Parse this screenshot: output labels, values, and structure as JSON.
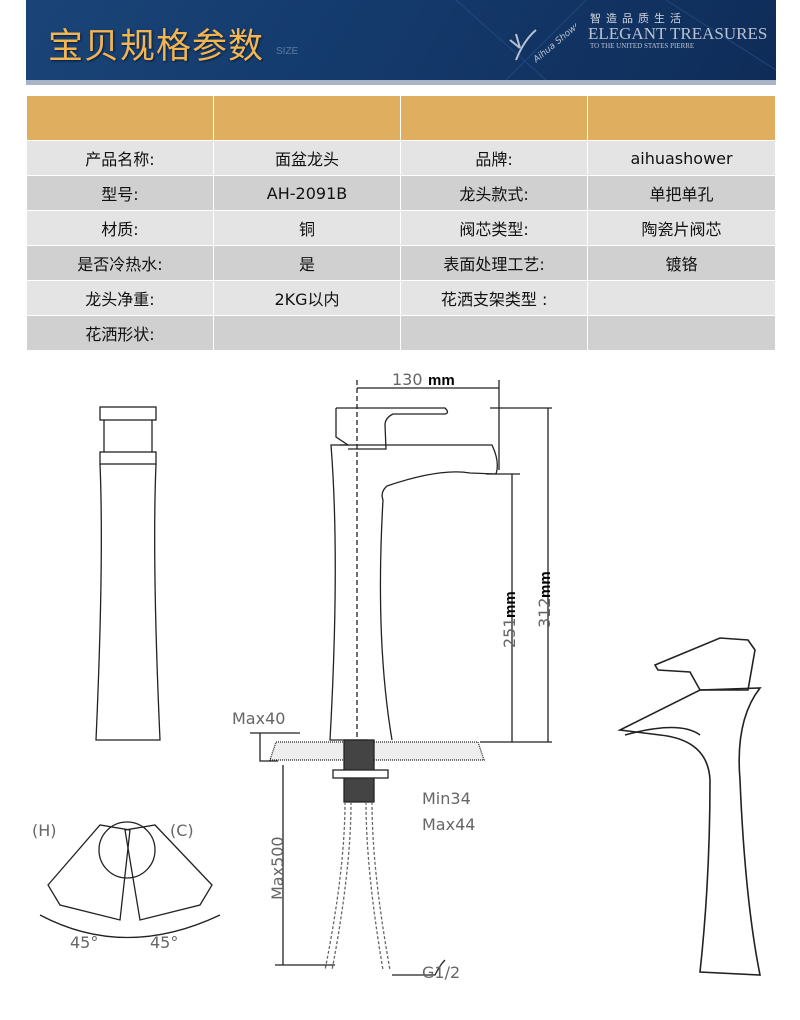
{
  "banner": {
    "title": "宝贝规格参数",
    "size": "SIZE",
    "slogan_cn": "智造品质生活",
    "slogan_en": "ELEGANT TREASURES",
    "slogan_sub": "TO THE UNITED STATES PIERRE",
    "logo_text": "Aihua Shower"
  },
  "colors": {
    "banner": "#143a6c",
    "title": "#f2b552",
    "header": "#dfae5e",
    "row_light": "#e4e4e4",
    "row_dark": "#d0d0d0"
  },
  "table": {
    "rows": [
      [
        "产品名称:",
        "面盆龙头",
        "品牌:",
        "aihuashower"
      ],
      [
        "型号:",
        "AH-2091B",
        "龙头款式:",
        "单把单孔"
      ],
      [
        "材质:",
        "铜",
        "阀芯类型:",
        "陶瓷片阀芯"
      ],
      [
        "是否冷热水:",
        "是",
        "表面处理工艺:",
        "镀铬"
      ],
      [
        "龙头净重:",
        "2KG以内",
        "花洒支架类型 :",
        ""
      ],
      [
        "花洒形状:",
        "",
        "",
        ""
      ]
    ]
  },
  "drawing": {
    "width_value": "130",
    "height_spout_value": "251",
    "height_total_value": "312",
    "unit": "mm",
    "max_deck": "Max40",
    "min_hole": "Min34",
    "max_hole": "Max44",
    "hose": "Max500",
    "thread": "G1/2",
    "hot": "(H)",
    "cold": "(C)",
    "angle_left": "45°",
    "angle_right": "45°"
  }
}
